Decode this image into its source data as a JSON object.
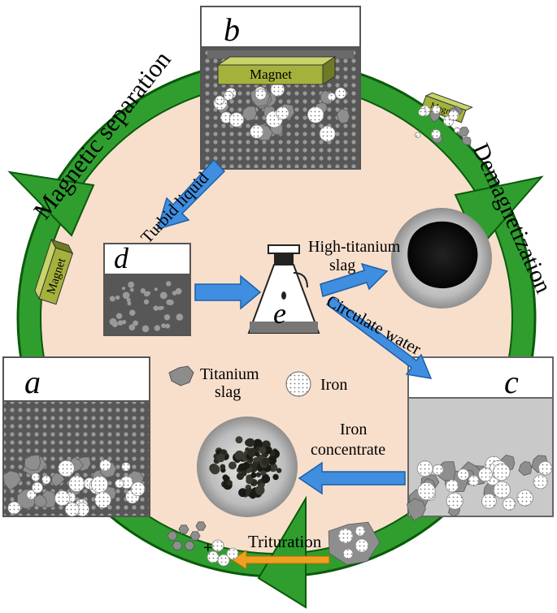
{
  "panels": {
    "a": "a",
    "b": "b",
    "c": "c",
    "d": "d",
    "e": "e"
  },
  "cycle_labels": {
    "magnetic_separation": "Magnetic separation",
    "demagnetization": "Demagnetization",
    "trituration": "Trituration"
  },
  "flow_labels": {
    "turbid_liquid": "Turbid liquid",
    "high_titanium_line1": "High-titanium",
    "high_titanium_line2": "slag",
    "circulate_water": "Circulate water",
    "iron_concentrate_line1": "Iron",
    "iron_concentrate_line2": "concentrate"
  },
  "magnet_labels": {
    "main": "Magnet",
    "left": "Magnet",
    "small": "Magnet"
  },
  "legend": {
    "titanium_line1": "Titanium",
    "titanium_line2": "slag",
    "iron": "Iron"
  },
  "misc": {
    "plus": "+"
  },
  "colors": {
    "ring_green": "#2f9e2f",
    "ring_outline": "#0b5a0b",
    "inner_fill": "#f8dfcc",
    "arrow_blue": "#3f8ee0",
    "orange_arrow": "#f0a020",
    "magnet_green": "#a4b23c",
    "beaker_dark": "#575757",
    "beaker_light": "#c9c9c9"
  }
}
